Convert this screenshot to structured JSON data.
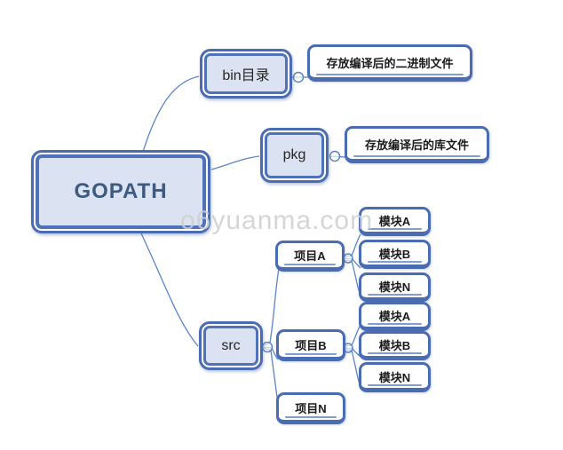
{
  "watermark": "o6yuanma.com",
  "colors": {
    "node_border": "#4a6cb3",
    "node_fill": "#dbe2f1",
    "leaf_fill": "#ffffff",
    "underline": "#7f9fd4",
    "connector": "#5b84c6",
    "root_text": "#3f5a80",
    "label_text": "#1a1a1a",
    "watermark_gray": "#cfcfcf"
  },
  "tree": {
    "label": "GOPATH",
    "children": [
      {
        "label": "bin目录",
        "children": [
          {
            "label": "存放编译后的二进制文件"
          }
        ]
      },
      {
        "label": "pkg",
        "children": [
          {
            "label": "存放编译后的库文件"
          }
        ]
      },
      {
        "label": "src",
        "children": [
          {
            "label": "项目A",
            "children": [
              {
                "label": "模块A"
              },
              {
                "label": "模块B"
              },
              {
                "label": "模块N"
              }
            ]
          },
          {
            "label": "项目B",
            "children": [
              {
                "label": "模块A"
              },
              {
                "label": "模块B"
              },
              {
                "label": "模块N"
              }
            ]
          },
          {
            "label": "项目N"
          }
        ]
      }
    ]
  }
}
